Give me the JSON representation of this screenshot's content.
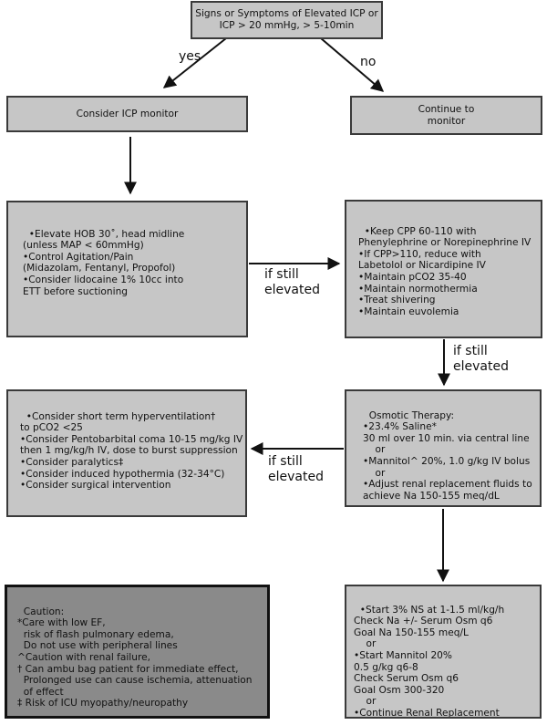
{
  "start": "Signs or Symptoms of Elevated ICP or\nICP > 20 mmHg, > 5-10min",
  "branch_yes": "yes",
  "branch_no": "no",
  "consider_monitor": "Consider ICP monitor",
  "continue_monitor": "Continue to\nmonitor",
  "tier1_left": "•Elevate HOB 30˚, head midline\n(unless MAP < 60mmHg)\n•Control Agitation/Pain\n(Midazolam, Fentanyl, Propofol)\n•Consider lidocaine 1% 10cc into\nETT before suctioning",
  "tier1_right": "•Keep CPP 60-110 with\nPhenylephrine or Norepinephrine IV\n•If CPP>110, reduce with\nLabetolol or Nicardipine IV\n•Maintain pCO2 35-40\n•Maintain normothermia\n•Treat shivering\n•Maintain euvolemia",
  "if_still_elevated_1": "if still\nelevated",
  "if_still_elevated_2": "if still\nelevated",
  "if_still_elevated_3": "if still\nelevated",
  "osmotic_therapy": "Osmotic Therapy:\n•23.4% Saline*\n30 ml over 10 min. via central line\n    or\n•Mannitol^ 20%, 1.0 g/kg IV bolus\n    or\n•Adjust renal replacement fluids to\nachieve Na 150-155 meq/dL",
  "tier3_left": "•Consider short term hyperventilation†\nto pCO2 <25\n•Consider Pentobarbital coma 10-15 mg/kg IV\nthen 1 mg/kg/h IV, dose to burst suppression\n•Consider paralytics‡\n•Consider induced hypothermia (32-34°C)\n•Consider surgical intervention",
  "maintenance": "•Start 3% NS at 1-1.5 ml/kg/h\nCheck Na +/- Serum Osm q6\nGoal Na 150-155 meq/L\n    or\n•Start Mannitol 20%\n0.5 g/kg q6-8\nCheck Serum Osm q6\nGoal Osm 300-320\n    or\n•Continue Renal Replacement",
  "caution": "Caution:\n*Care with low EF,\n  risk of flash pulmonary edema,\n  Do not use with peripheral lines\n^Caution with renal failure,\n† Can ambu bag patient for immediate effect,\n  Prolonged use can cause ischemia, attenuation\n  of effect\n‡ Risk of ICU myopathy/neuropathy",
  "colors": {
    "box_fill": "#c6c6c6",
    "caution_fill": "#8a8a8a",
    "border": "#3a3a3a",
    "arrow": "#111111"
  }
}
